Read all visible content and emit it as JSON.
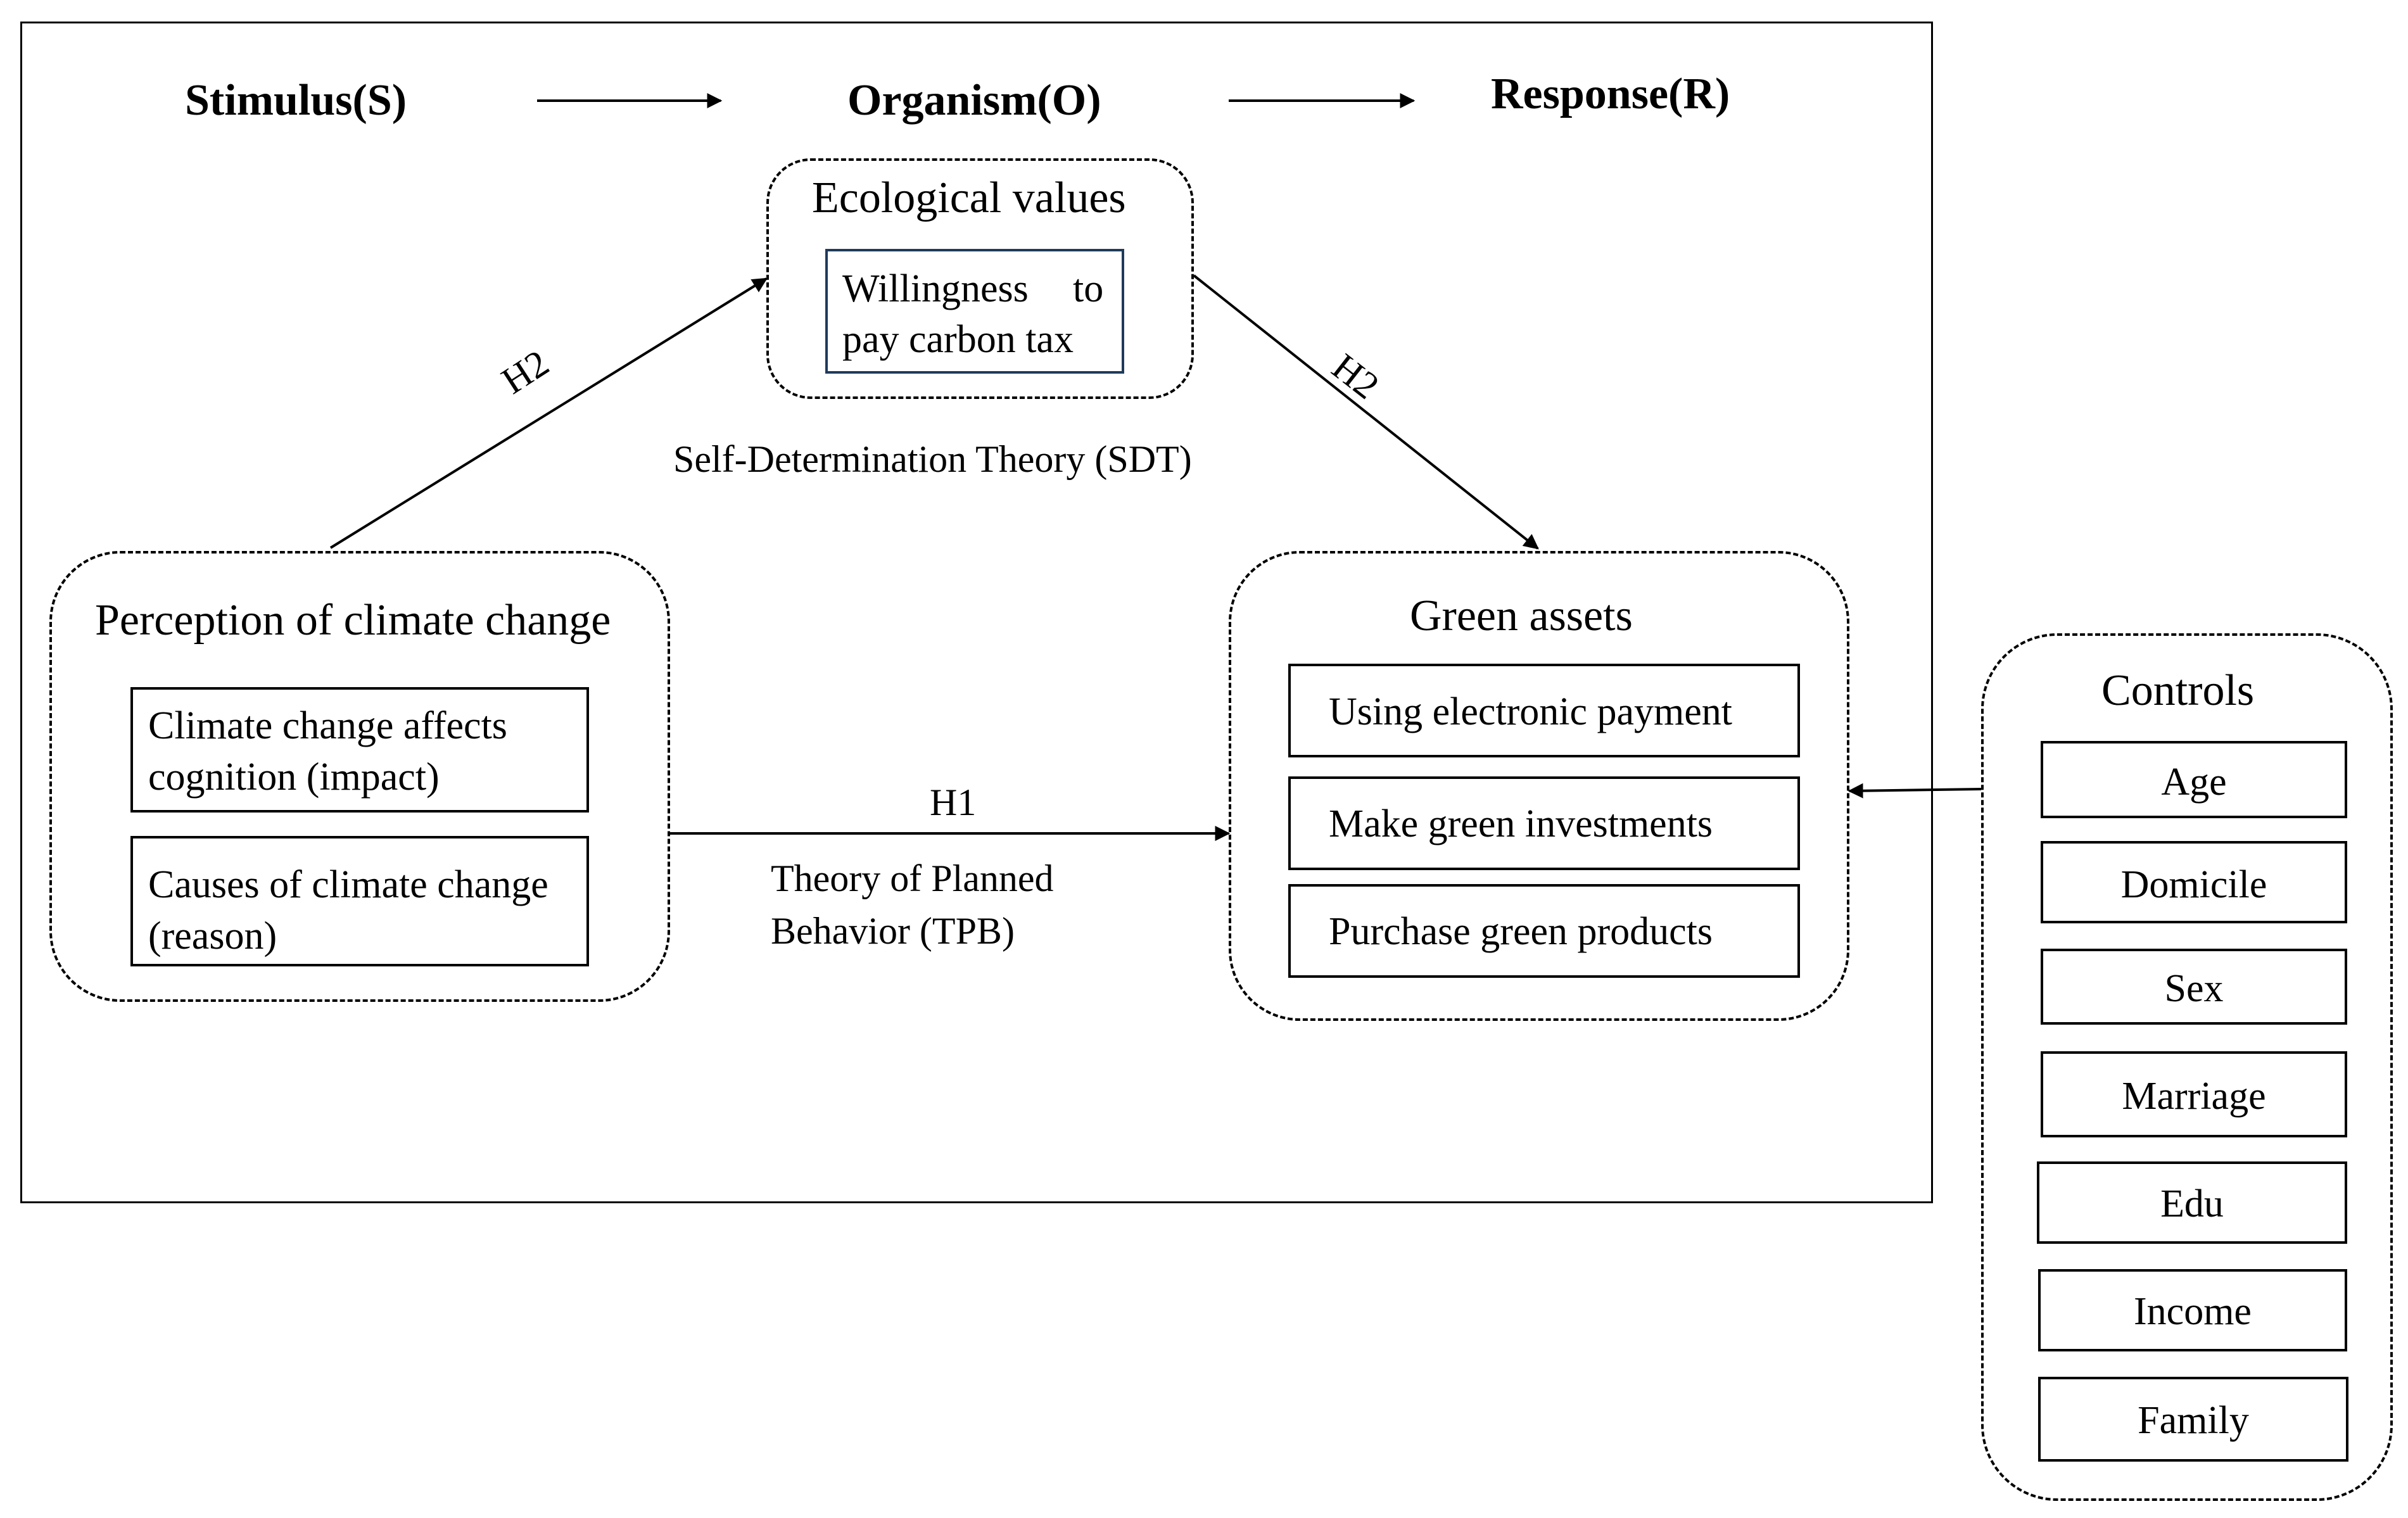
{
  "header": {
    "stimulus": "Stimulus(S)",
    "organism": "Organism(O)",
    "response": "Response(R)"
  },
  "ecological": {
    "title": "Ecological values",
    "item_line1_a": "Willingness",
    "item_line1_b": "to",
    "item_line2": "pay carbon tax"
  },
  "sdt_label": "Self-Determination Theory (SDT)",
  "perception": {
    "title": "Perception of climate change",
    "item1_line1": "Climate change affects",
    "item1_line2": "cognition (impact)",
    "item2_line1": "Causes of climate change",
    "item2_line2": "(reason)"
  },
  "green": {
    "title": "Green assets",
    "items": [
      "Using electronic payment",
      "Make green investments",
      "Purchase green products"
    ]
  },
  "tpb": {
    "line1": "Theory  of  Planned",
    "line2": "Behavior (TPB)"
  },
  "hypotheses": {
    "h1": "H1",
    "h2_left": "H2",
    "h2_right": "H2"
  },
  "controls": {
    "title": "Controls",
    "items": [
      "Age",
      "Domicile",
      "Sex",
      "Marriage",
      "Edu",
      "Income",
      "Family"
    ]
  }
}
